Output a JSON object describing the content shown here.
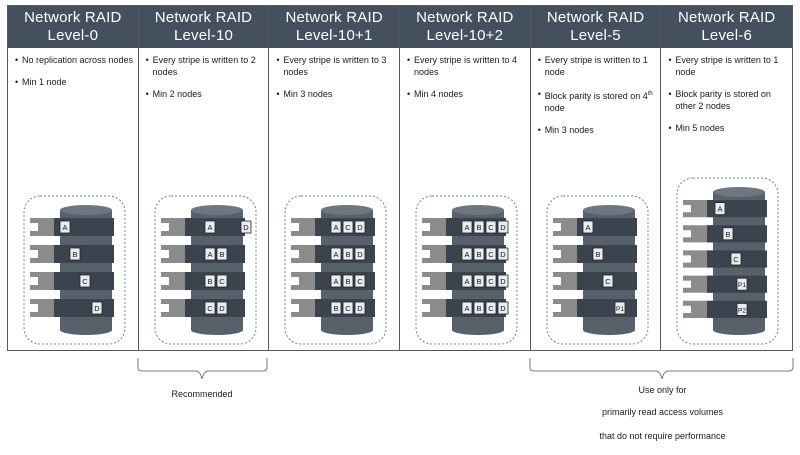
{
  "columns": [
    {
      "title_line1": "Network RAID",
      "title_line2": "Level-0",
      "bullets": [
        "No replication across nodes",
        "Min 1 node"
      ],
      "disks": [
        [
          "A"
        ],
        [
          "B"
        ],
        [
          "C"
        ],
        [
          "D"
        ]
      ]
    },
    {
      "title_line1": "Network RAID",
      "title_line2": "Level-10",
      "bullets": [
        "Every stripe is written to 2 nodes",
        "Min 2 nodes"
      ],
      "disks": [
        [
          "A",
          "D"
        ],
        [
          "A",
          "B"
        ],
        [
          "B",
          "C"
        ],
        [
          "C",
          "D"
        ]
      ]
    },
    {
      "title_line1": "Network RAID",
      "title_line2": "Level-10+1",
      "bullets": [
        "Every stripe is written to 3 nodes",
        "Min 3 nodes"
      ],
      "disks": [
        [
          "A",
          "C",
          "D"
        ],
        [
          "A",
          "B",
          "D"
        ],
        [
          "A",
          "B",
          "C"
        ],
        [
          "B",
          "C",
          "D"
        ]
      ]
    },
    {
      "title_line1": "Network RAID",
      "title_line2": "Level-10+2",
      "bullets": [
        "Every stripe is written to 4 nodes",
        "Min 4 nodes"
      ],
      "disks": [
        [
          "A",
          "B",
          "C",
          "D"
        ],
        [
          "A",
          "B",
          "C",
          "D"
        ],
        [
          "A",
          "B",
          "C",
          "D"
        ],
        [
          "A",
          "B",
          "C",
          "D"
        ]
      ]
    },
    {
      "title_line1": "Network RAID",
      "title_line2": "Level-5",
      "bullets": [
        "Every stripe is written to 1 node",
        "Block parity is stored on 4th node",
        "Min 3 nodes"
      ],
      "disks": [
        [
          "A"
        ],
        [
          "B"
        ],
        [
          "C"
        ],
        [
          "P1"
        ]
      ]
    },
    {
      "title_line1": "Network RAID",
      "title_line2": "Level-6",
      "bullets": [
        "Every stripe is written to 1 node",
        "Block parity is stored on other 2 nodes",
        "Min 5 nodes"
      ],
      "disks": [
        [
          "A"
        ],
        [
          "B"
        ],
        [
          "C"
        ],
        [
          "P1"
        ],
        [
          "P2"
        ]
      ]
    }
  ],
  "notes": {
    "recommended": "Recommended",
    "readonly_line1": "Use only for",
    "readonly_line2": "primarily read access volumes",
    "readonly_line3": "that do not require performance"
  },
  "colors": {
    "header_bg": "#44505d",
    "header_text": "#ffffff",
    "disk_dark": "#3b444e",
    "disk_mid": "#56616c",
    "tab": "#8b8b8b",
    "dash": "#6a7f95"
  }
}
